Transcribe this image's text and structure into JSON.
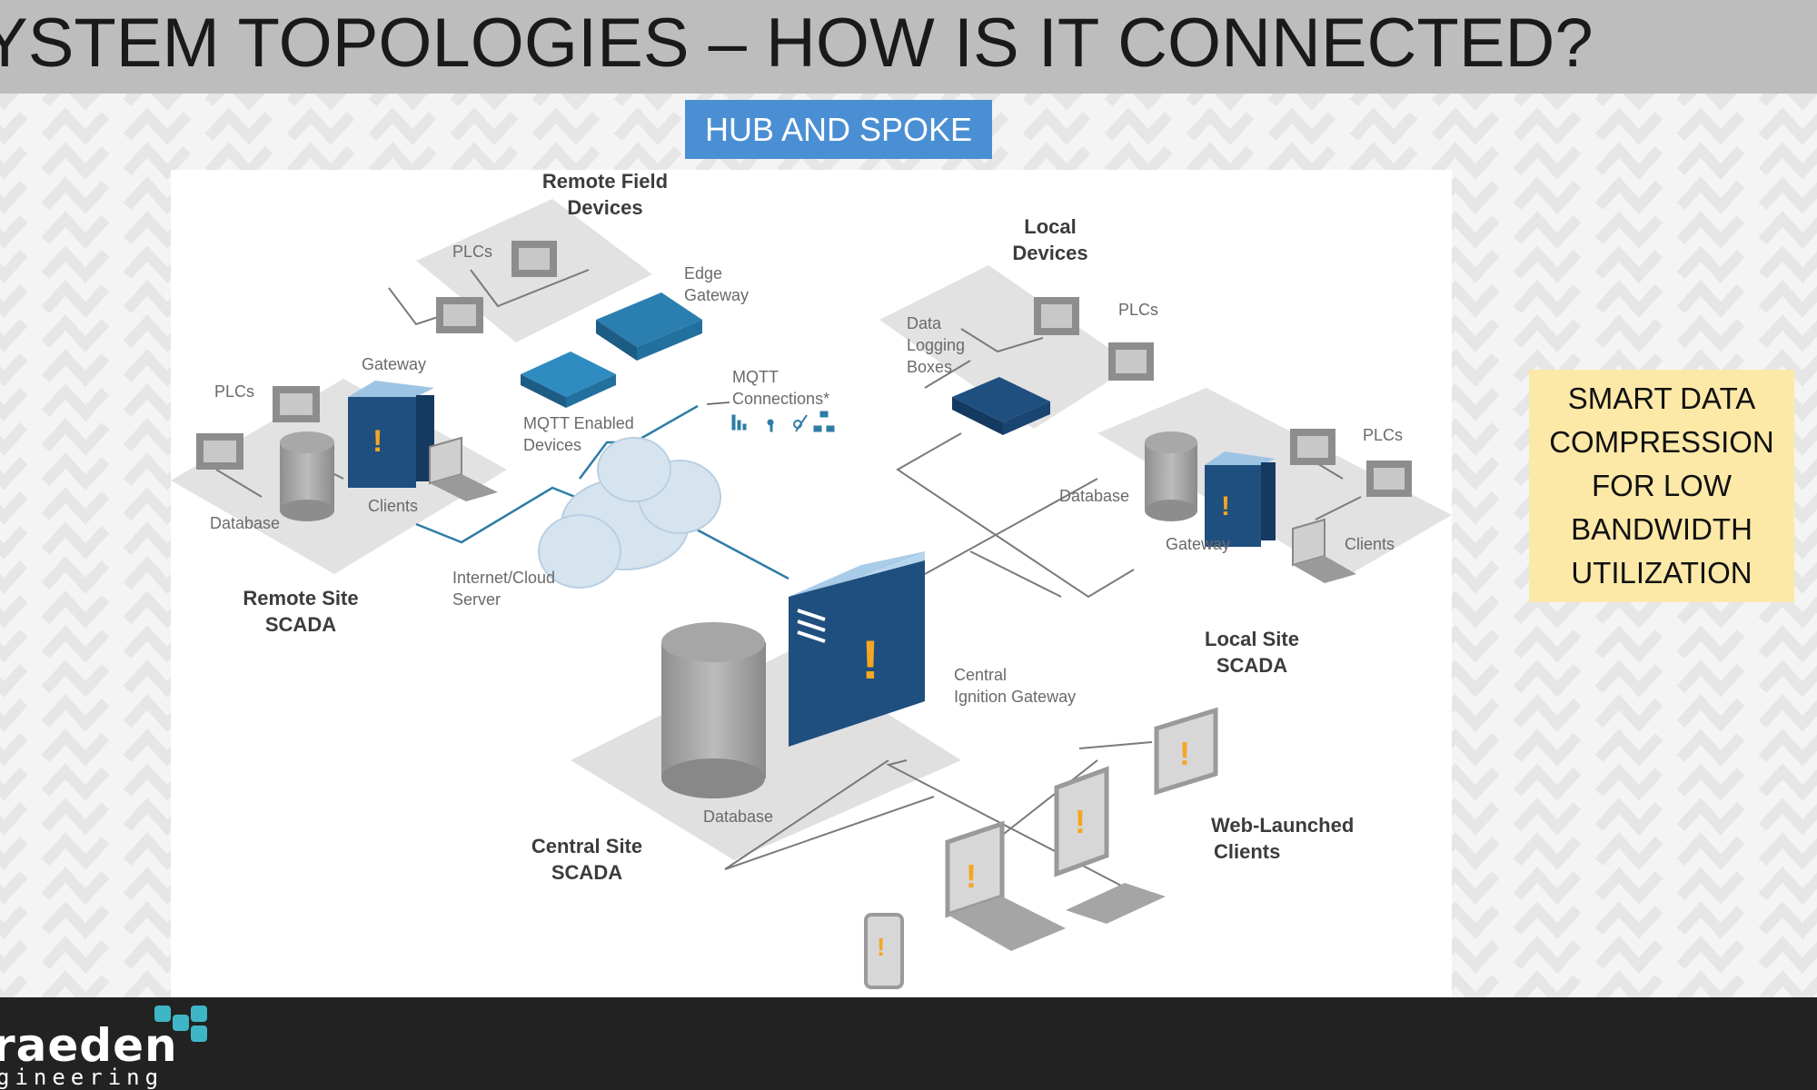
{
  "title": "YSTEM TOPOLOGIES – HOW IS IT CONNECTED?",
  "hub_button": "HUB AND SPOKE",
  "callout": [
    "SMART DATA",
    "COMPRESSION",
    "FOR LOW",
    "BANDWIDTH",
    "UTILIZATION"
  ],
  "logo": {
    "main": "raeden",
    "sub": "gineering"
  },
  "diagram": {
    "remote_field": {
      "title": [
        "Remote Field",
        "Devices"
      ],
      "plcs": "PLCs",
      "edge_gateway": [
        "Edge",
        "Gateway"
      ],
      "mqtt_devices": [
        "MQTT Enabled",
        "Devices"
      ],
      "mqtt_conn": [
        "MQTT",
        "Connections*"
      ]
    },
    "remote_site": {
      "title": [
        "Remote Site",
        "SCADA"
      ],
      "plcs": "PLCs",
      "gateway": "Gateway",
      "database": "Database",
      "clients": "Clients"
    },
    "cloud": [
      "Internet/Cloud",
      "Server"
    ],
    "local_devices": {
      "title": [
        "Local",
        "Devices"
      ],
      "plcs": "PLCs",
      "data_logging": [
        "Data",
        "Logging",
        "Boxes"
      ]
    },
    "local_site": {
      "title": [
        "Local Site",
        "SCADA"
      ],
      "plcs": "PLCs",
      "database": "Database",
      "gateway": "Gateway",
      "clients": "Clients"
    },
    "central": {
      "title": [
        "Central Site",
        "SCADA"
      ],
      "gateway": [
        "Central",
        "Ignition Gateway"
      ],
      "database": "Database"
    },
    "web_clients": [
      "Web-Launched",
      "Clients"
    ]
  }
}
